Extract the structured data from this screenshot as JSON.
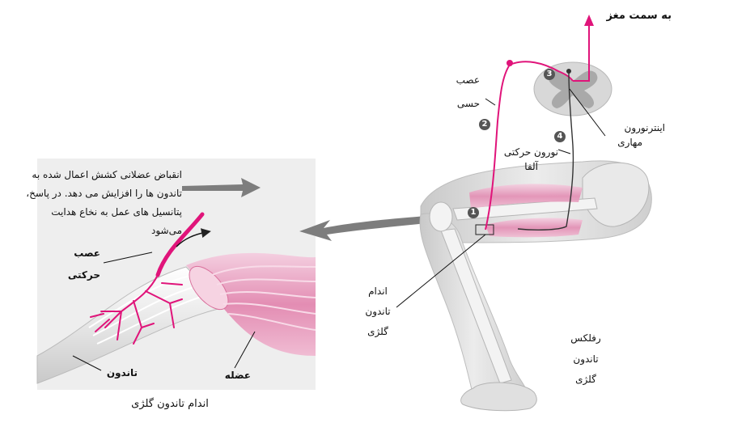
{
  "labels": {
    "to_brain": "به سمت مغز",
    "sensory_nerve_line1": "عصب",
    "sensory_nerve_line2": "حسی",
    "inhibitory_interneuron_line1": "اینترنورون",
    "inhibitory_interneuron_line2": "مهاری",
    "alpha_motor_neuron_line1": "نورون حرکتی",
    "alpha_motor_neuron_line2": "آلفا",
    "golgi_organ_line1": "اندام",
    "golgi_organ_line2": "تاندون",
    "golgi_organ_line3": "گلژی",
    "golgi_reflex_line1": "رفلکس",
    "golgi_reflex_line2": "تاندون",
    "golgi_reflex_line3": "گلژی",
    "inset_text_line1": "انقباض عضلانی کشش اعمال شده به",
    "inset_text_line2": "تاندون ها را افزایش می دهد. در پاسخ،",
    "inset_text_line3": "پتانسیل های عمل به نخاع هدایت",
    "inset_text_line4": "می‌شود",
    "inset_nerve_line1": "عصب",
    "inset_nerve_line2": "حرکتی",
    "inset_tendon": "تاندون",
    "inset_muscle": "عضله",
    "inset_caption": "اندام تاندون گلژی"
  },
  "steps": [
    "1",
    "2",
    "3",
    "4"
  ],
  "colors": {
    "nerve": "#e0147a",
    "muscle": "#e48fb3",
    "muscle_light": "#f3c6da",
    "bone": "#e9e9e9",
    "skin": "#dcdcdc",
    "spinal_cord": "#cfcfcf",
    "grey_matter": "#a9a9a9",
    "inset_bg": "#eeeeee",
    "arrow": "#7d7d7d"
  }
}
